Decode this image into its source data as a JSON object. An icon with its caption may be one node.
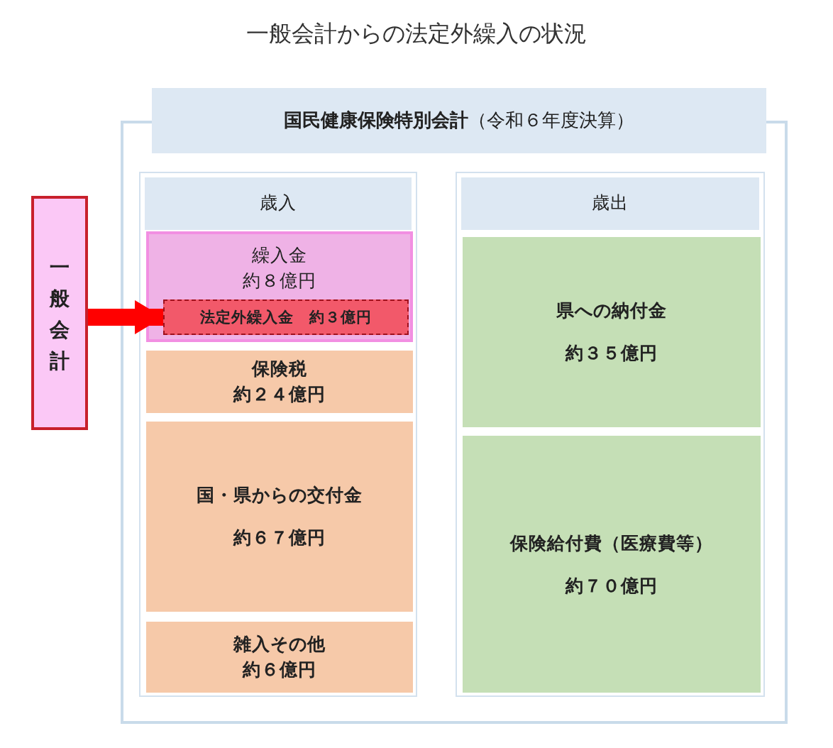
{
  "diagram": {
    "title": "一般会計からの法定外繰入の状況",
    "nodes": [
      {
        "text": [
          "一般会計"
        ]
      },
      {
        "text": [
          "**国民健康保険特別会計**（令和６年度決算）"
        ]
      },
      {
        "text": [
          "歳入"
        ],
        "in": 1
      },
      {
        "text": [
          "繰入金",
          "約８億円"
        ],
        "in": 2
      },
      {
        "text": [
          "法定外繰入金　約３億円"
        ],
        "in": 3
      },
      {
        "text": [
          "保険税",
          "約２４億円"
        ],
        "in": 2
      },
      {
        "text": [
          "国・県からの交付金",
          "約６７億円"
        ],
        "in": 2
      },
      {
        "text": [
          "雑入その他",
          "約６億円"
        ],
        "in": 2
      },
      {
        "text": [
          "歳出"
        ],
        "in": 1
      },
      {
        "text": [
          "県への納付金",
          "約３５億円"
        ],
        "in": 8
      },
      {
        "text": [
          "保険給付費（医療費等）",
          "約７０億円"
        ],
        "in": 8
      }
    ],
    "edges": [
      {
        "from": 0,
        "to": 4,
        "arrow": "to",
        "color": "#ff0000"
      }
    ]
  }
}
